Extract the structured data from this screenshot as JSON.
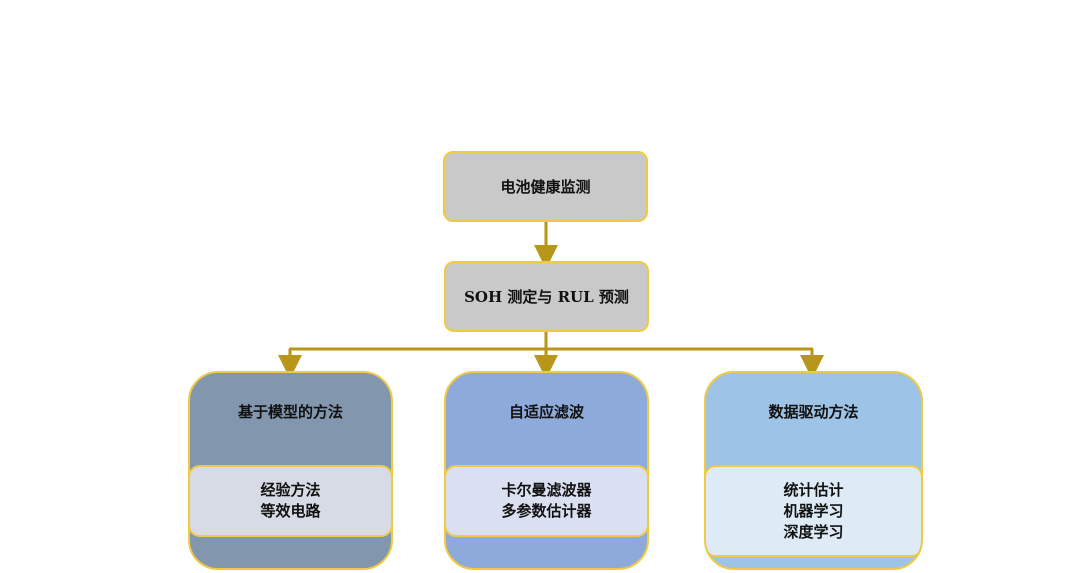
{
  "root": {
    "label": "电池健康监测"
  },
  "second": {
    "label": "SOH 测定与 RUL 预测"
  },
  "branches": [
    {
      "title": "基于模型的方法",
      "items": [
        "经验方法",
        "等效电路"
      ]
    },
    {
      "title": "自适应滤波",
      "items": [
        "卡尔曼滤波器",
        "多参数估计器"
      ]
    },
    {
      "title": "数据驱动方法",
      "items": [
        "统计估计",
        "机器学习",
        "深度学习"
      ]
    }
  ],
  "colors": {
    "connector": "#b8961a",
    "border": "#efcb45",
    "top_fill": "#c9c9c9",
    "branch1": "#8296ae",
    "branch2": "#8eaadb",
    "branch3": "#9dc3e6"
  }
}
